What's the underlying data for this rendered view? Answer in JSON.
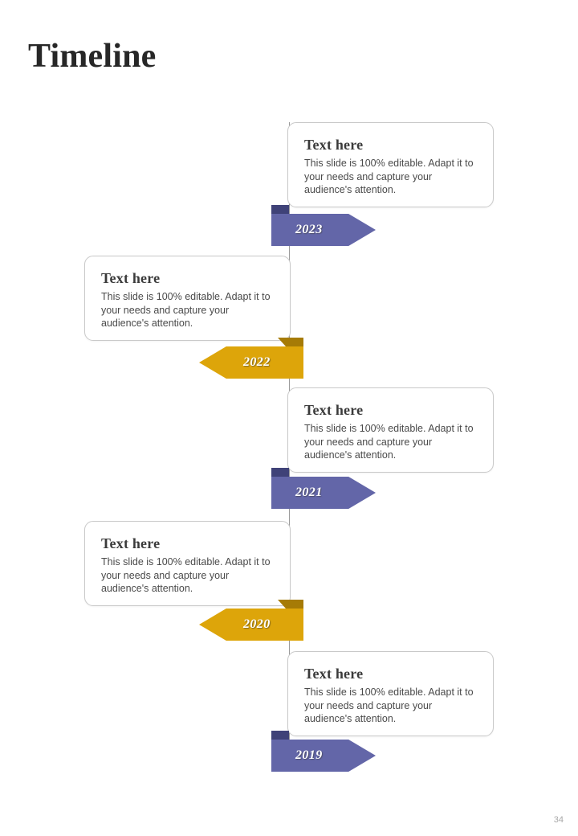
{
  "slide": {
    "title": "Timeline",
    "page_number": "34",
    "colors": {
      "purple_arrow": "#6366A8",
      "purple_fold": "#3F4278",
      "gold_arrow": "#DDA50A",
      "gold_fold": "#A67B06",
      "card_border": "#C9C9C9",
      "spine": "#9A9A9A",
      "heading_text": "#3A3A3A",
      "body_text": "#4A4A4A",
      "title_text": "#272727",
      "page_number_text": "#A8A8A8"
    }
  },
  "timeline": {
    "milestones": [
      {
        "year": "2023",
        "side": "right",
        "arrow_direction": "right",
        "arrow_color": "#6366A8",
        "fold_color": "#3F4278",
        "heading": "Text here",
        "body": "This slide is 100% editable. Adapt it to your needs and capture your audience's attention."
      },
      {
        "year": "2022",
        "side": "left",
        "arrow_direction": "left",
        "arrow_color": "#DDA50A",
        "fold_color": "#A67B06",
        "heading": "Text here",
        "body": "This slide is 100% editable. Adapt it to your needs and capture your audience's attention."
      },
      {
        "year": "2021",
        "side": "right",
        "arrow_direction": "right",
        "arrow_color": "#6366A8",
        "fold_color": "#3F4278",
        "heading": "Text here",
        "body": "This slide is 100% editable. Adapt it to your needs and capture your audience's attention."
      },
      {
        "year": "2020",
        "side": "left",
        "arrow_direction": "left",
        "arrow_color": "#DDA50A",
        "fold_color": "#A67B06",
        "heading": "Text here",
        "body": "This slide is 100% editable. Adapt it to your needs and capture your audience's attention."
      },
      {
        "year": "2019",
        "side": "right",
        "arrow_direction": "right",
        "arrow_color": "#6366A8",
        "fold_color": "#3F4278",
        "heading": "Text here",
        "body": "This slide is 100% editable. Adapt it to your needs and capture your audience's attention."
      }
    ]
  }
}
